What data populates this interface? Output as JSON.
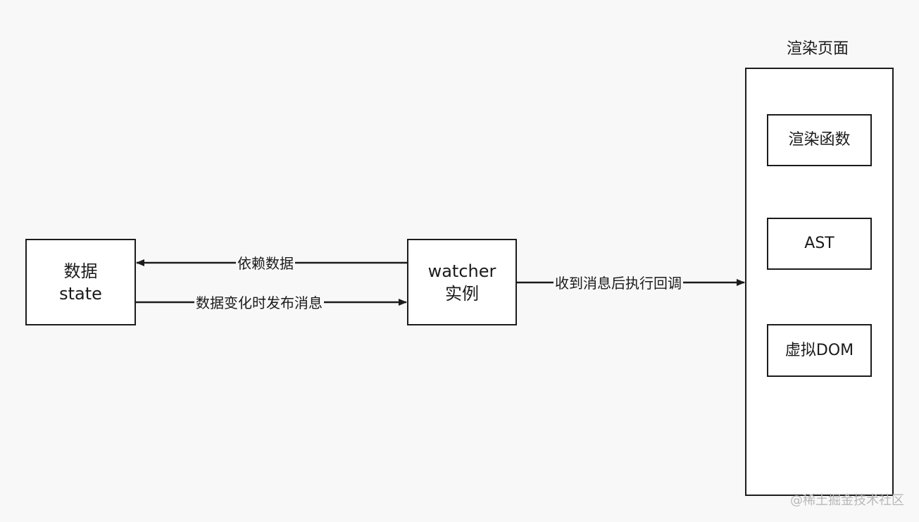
{
  "nodes": {
    "data_state": {
      "line1": "数据",
      "line2": "state"
    },
    "watcher": {
      "line1": "watcher",
      "line2": "实例"
    },
    "render_page": {
      "title": "渲染页面",
      "items": [
        "渲染函数",
        "AST",
        "虚拟DOM"
      ]
    }
  },
  "edges": {
    "dependency": "依赖数据",
    "publish": "数据变化时发布消息",
    "callback": "收到消息后执行回调"
  },
  "watermark": "@稀土掘金技术社区",
  "colors": {
    "background": "#f8f8f8",
    "stroke": "#1c1c1c",
    "watermark": "#b8b8b8"
  }
}
